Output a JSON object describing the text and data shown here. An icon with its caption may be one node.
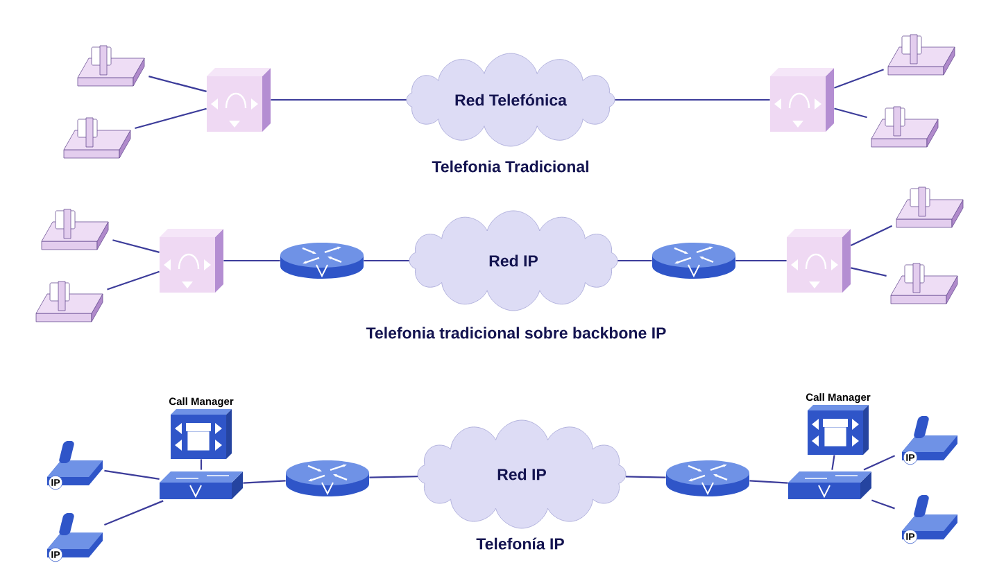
{
  "diagram": {
    "nodes": [
      {
        "text": [],
        "shape": "telephone"
      },
      {
        "text": [],
        "shape": "telephone"
      },
      {
        "text": [],
        "shape": "box"
      },
      {
        "text": [
          "Red Telefónica"
        ]
      },
      {
        "text": [],
        "shape": "box"
      },
      {
        "text": [],
        "shape": "telephone"
      },
      {
        "text": [],
        "shape": "telephone"
      },
      {
        "text": [],
        "shape": "telephone"
      },
      {
        "text": [],
        "shape": "telephone"
      },
      {
        "text": [],
        "shape": "box"
      },
      {
        "text": [],
        "shape": "router"
      },
      {
        "text": [
          "Red IP"
        ]
      },
      {
        "text": [],
        "shape": "router"
      },
      {
        "text": [],
        "shape": "box"
      },
      {
        "text": [],
        "shape": "telephone"
      },
      {
        "text": [],
        "shape": "telephone"
      },
      {
        "text": [
          "Call Manager"
        ]
      },
      {
        "text": [
          "IP"
        ]
      },
      {
        "text": [
          "IP"
        ]
      },
      {
        "text": [],
        "shape": "switch"
      },
      {
        "text": [],
        "shape": "router"
      },
      {
        "text": [
          "Red IP"
        ]
      },
      {
        "text": [],
        "shape": "router"
      },
      {
        "text": [],
        "shape": "switch"
      },
      {
        "text": [
          "Call Manager"
        ]
      },
      {
        "text": [
          "IP"
        ]
      },
      {
        "text": [
          "IP"
        ]
      }
    ],
    "edges": [
      {
        "from": 0,
        "to": 2,
        "arrow": "none"
      },
      {
        "from": 1,
        "to": 2,
        "arrow": "none"
      },
      {
        "from": 2,
        "to": 3,
        "arrow": "none"
      },
      {
        "from": 3,
        "to": 4,
        "arrow": "none"
      },
      {
        "from": 4,
        "to": 5,
        "arrow": "none"
      },
      {
        "from": 4,
        "to": 6,
        "arrow": "none"
      },
      {
        "from": 7,
        "to": 9,
        "arrow": "none"
      },
      {
        "from": 8,
        "to": 9,
        "arrow": "none"
      },
      {
        "from": 9,
        "to": 10,
        "arrow": "none"
      },
      {
        "from": 10,
        "to": 11,
        "arrow": "none"
      },
      {
        "from": 11,
        "to": 12,
        "arrow": "none"
      },
      {
        "from": 12,
        "to": 13,
        "arrow": "none"
      },
      {
        "from": 13,
        "to": 14,
        "arrow": "none"
      },
      {
        "from": 13,
        "to": 15,
        "arrow": "none"
      },
      {
        "from": 17,
        "to": 19,
        "arrow": "none"
      },
      {
        "from": 18,
        "to": 19,
        "arrow": "none"
      },
      {
        "from": 16,
        "to": 19,
        "arrow": "none"
      },
      {
        "from": 19,
        "to": 20,
        "arrow": "none"
      },
      {
        "from": 20,
        "to": 21,
        "arrow": "none"
      },
      {
        "from": 21,
        "to": 22,
        "arrow": "none"
      },
      {
        "from": 22,
        "to": 23,
        "arrow": "none"
      },
      {
        "from": 24,
        "to": 23,
        "arrow": "none"
      },
      {
        "from": 23,
        "to": 25,
        "arrow": "none"
      },
      {
        "from": 23,
        "to": 26,
        "arrow": "none"
      }
    ],
    "labels": [
      "Telefonia Tradicional",
      "Telefonia tradicional sobre backbone IP",
      "Telefonía IP"
    ]
  }
}
